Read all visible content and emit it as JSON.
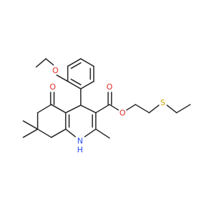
{
  "structure": {
    "atoms": [
      {
        "id": "O_ether",
        "symbol": "O",
        "color": "#e0302a"
      },
      {
        "id": "O_ketone",
        "symbol": "O",
        "color": "#e0302a"
      },
      {
        "id": "O_carbonyl",
        "symbol": "O",
        "color": "#e0302a"
      },
      {
        "id": "O_ester",
        "symbol": "O",
        "color": "#e0302a"
      },
      {
        "id": "S",
        "symbol": "S",
        "color": "#c8a400"
      },
      {
        "id": "N",
        "symbol": "N",
        "color": "#3050f8"
      },
      {
        "id": "H",
        "symbol": "H",
        "color": "#3050f8"
      }
    ],
    "bond_color": "#2b2b2b"
  }
}
